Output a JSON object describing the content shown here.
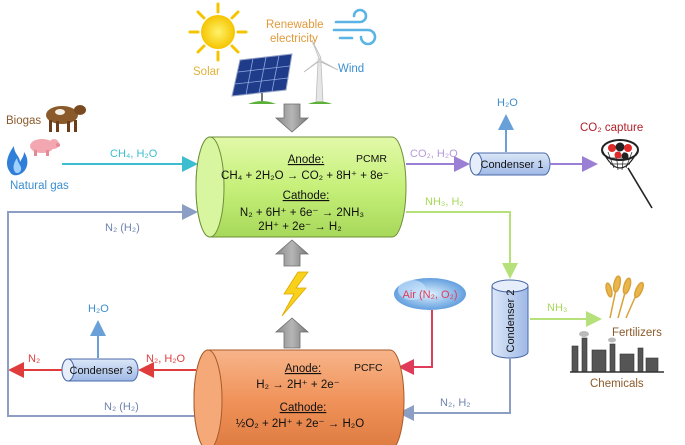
{
  "sources": {
    "solar": "Solar",
    "renewable_line1": "Renewable",
    "renewable_line2": "electricity",
    "wind": "Wind",
    "biogas": "Biogas",
    "natural_gas": "Natural gas"
  },
  "pcmr": {
    "label": "PCMR",
    "anode_title": "Anode:",
    "anode_eq": "CH₄ + 2H₂O → CO₂ + 8H⁺ + 8e⁻",
    "cathode_title": "Cathode:",
    "cathode_eq1": "N₂ + 6H⁺ + 6e⁻ → 2NH₃",
    "cathode_eq2": "2H⁺ + 2e⁻ → H₂"
  },
  "pcfc": {
    "label": "PCFC",
    "anode_title": "Anode:",
    "anode_eq": "H₂ → 2H⁺ + 2e⁻",
    "cathode_title": "Cathode:",
    "cathode_eq": "½O₂ + 2H⁺ + 2e⁻ → H₂O"
  },
  "condensers": {
    "c1": "Condenser 1",
    "c2": "Condenser 2",
    "c3": "Condenser 3"
  },
  "streams": {
    "feed": "CH₄, H₂O",
    "pcmr_out_top": "CO₂, H₂O",
    "h2o_c1": "H₂O",
    "pcmr_out_right": "NH₃, H₂",
    "n2_h2_left": "N₂ (H₂)",
    "nh3": "NH₃",
    "n2_h2_bottom": "N₂, H₂",
    "n2_h2_return": "N₂ (H₂)",
    "n2_h2o": "N₂, H₂O",
    "n2_out": "N₂",
    "h2o_c3": "H₂O",
    "air": "Air (N₂, O₂)"
  },
  "products": {
    "co2_capture": "CO₂ capture",
    "fertilizers": "Fertilizers",
    "chemicals": "Chemicals"
  },
  "colors": {
    "pcmr_fill": "#c6f07a",
    "pcfc_fill": "#f0935a",
    "condenser_fill": "#b7cdf0",
    "feed_line": "#3cbdd0",
    "co2_line": "#9b7fd4",
    "nh3_line": "#b6e07a",
    "recycle_line": "#8c9ec4",
    "n2_out_line": "#e03c3c",
    "air_line": "#e03c5a",
    "h2o_line": "#6aa0d8",
    "label_orange": "#e09a3a",
    "label_blue": "#3c8ed0",
    "label_gray": "#6f84b0",
    "label_brown": "#8b5a2b",
    "label_red": "#e04040"
  }
}
